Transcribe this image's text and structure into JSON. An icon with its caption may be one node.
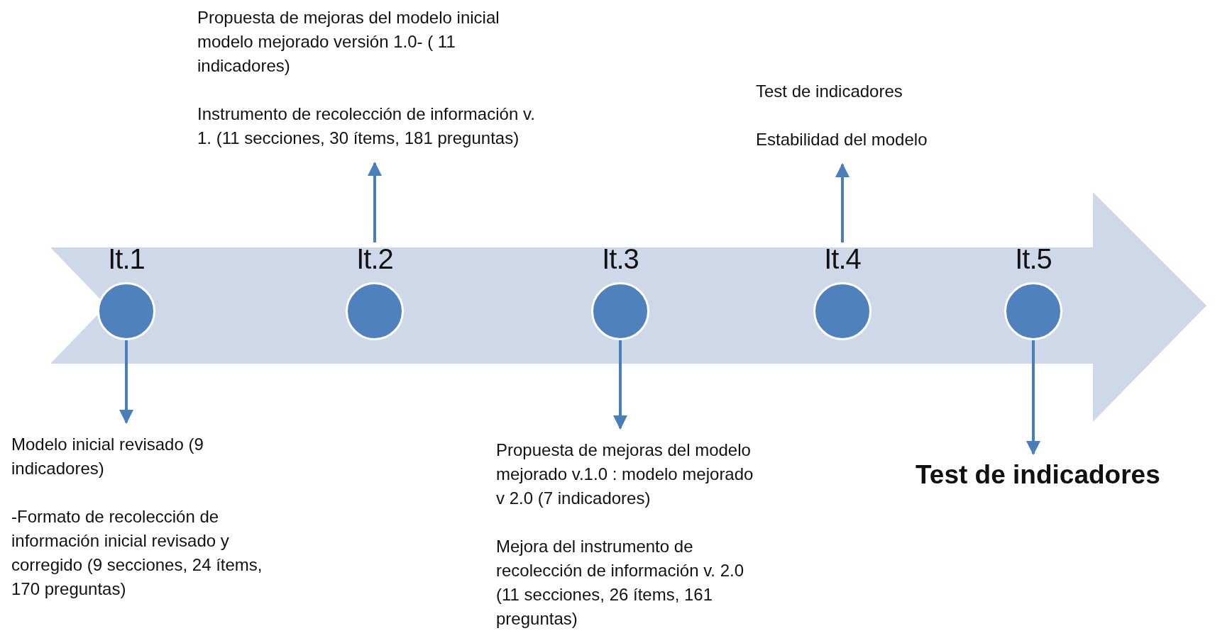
{
  "diagram": {
    "nodes": [
      {
        "text": [
          "Propuesta de mejoras del modelo inicial modelo mejorado versión 1.0- ( 11 indicadores)",
          "Instrumento de recolección de información v. 1. (11 secciones, 30 ítems, 181 preguntas)"
        ]
      },
      {
        "text": [
          "Test de indicadores",
          "Estabilidad del modelo"
        ]
      },
      {
        "text": [
          "It.1"
        ]
      },
      {
        "text": [
          "It.2"
        ]
      },
      {
        "text": [
          "It.3"
        ]
      },
      {
        "text": [
          "It.4"
        ]
      },
      {
        "text": [
          "It.5"
        ]
      },
      {
        "text": [
          "Modelo inicial revisado (9 indicadores)",
          "-Formato de recolección de información inicial revisado y corregido (9 secciones, 24 ítems, 170 preguntas)"
        ]
      },
      {
        "text": [
          "Propuesta de mejoras del modelo mejorado v.1.0 : modelo mejorado v 2.0 (7 indicadores)",
          "Mejora del instrumento de recolección de información v. 2.0 (11 secciones, 26 ítems, 161 preguntas)"
        ]
      },
      {
        "text": [
          "Test de indicadores"
        ]
      }
    ],
    "edges": [
      {
        "from": 2,
        "to": 7,
        "arrow": "to"
      },
      {
        "from": 3,
        "to": 0,
        "arrow": "to"
      },
      {
        "from": 4,
        "to": 8,
        "arrow": "to"
      },
      {
        "from": 5,
        "to": 1,
        "arrow": "to"
      },
      {
        "from": 6,
        "to": 9,
        "arrow": "to"
      }
    ]
  }
}
